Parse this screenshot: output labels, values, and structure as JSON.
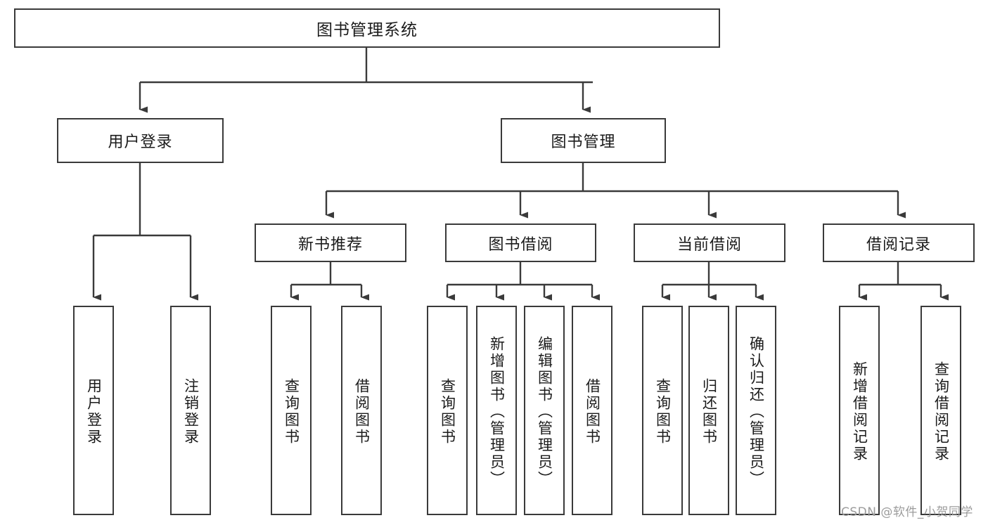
{
  "diagram": {
    "title": "图书管理系统",
    "type": "hierarchy-tree",
    "root": {
      "label": "图书管理系统"
    },
    "level2": [
      {
        "label": "用户登录"
      },
      {
        "label": "图书管理"
      }
    ],
    "level3": [
      {
        "label": "新书推荐"
      },
      {
        "label": "图书借阅"
      },
      {
        "label": "当前借阅"
      },
      {
        "label": "借阅记录"
      }
    ],
    "leaves": {
      "user_login": [
        {
          "label": "用户登录"
        },
        {
          "label": "注销登录"
        }
      ],
      "new_book_recommend": [
        {
          "label": "查询图书"
        },
        {
          "label": "借阅图书"
        }
      ],
      "book_borrow": [
        {
          "label": "查询图书"
        },
        {
          "label": "新增图书（管理员）"
        },
        {
          "label": "编辑图书（管理员）"
        },
        {
          "label": "借阅图书"
        }
      ],
      "current_borrow": [
        {
          "label": "查询图书"
        },
        {
          "label": "归还图书"
        },
        {
          "label": "确认归还（管理员）"
        }
      ],
      "borrow_record": [
        {
          "label": "新增借阅记录"
        },
        {
          "label": "查询借阅记录"
        }
      ]
    }
  },
  "watermark": {
    "text": "CSDN @软件_小贺同学"
  },
  "colors": {
    "stroke": "#3a3a3a",
    "text": "#1b1b1b",
    "background": "#ffffff",
    "watermark": "#9c9c9c"
  }
}
